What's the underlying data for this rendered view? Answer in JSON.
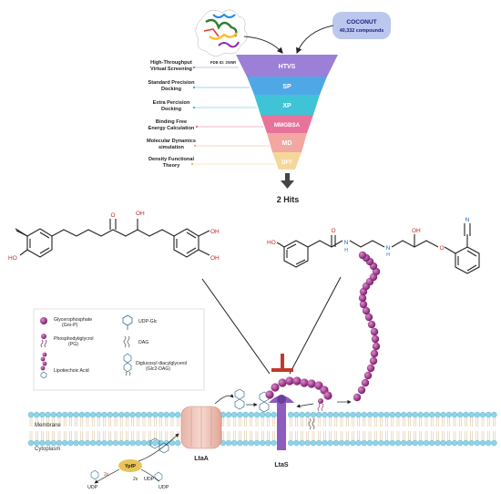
{
  "protein": {
    "caption": "PDB ID: 2W5R"
  },
  "library": {
    "name": "COCONUT",
    "count": "40,332 compounds"
  },
  "funnel": {
    "stages": [
      {
        "code": "HTVS",
        "label_line1": "High-Throughput",
        "label_line2": "Virtual Screening",
        "color": "#9c7fd6"
      },
      {
        "code": "SP",
        "label_line1": "Standard Precision",
        "label_line2": "Docking",
        "color": "#4ea8e6"
      },
      {
        "code": "XP",
        "label_line1": "Extra Percision",
        "label_line2": "Docking",
        "color": "#3ec4d6"
      },
      {
        "code": "MMGBSA",
        "label_line1": "Binding Free",
        "label_line2": "Energy Calculation",
        "color": "#e8739a"
      },
      {
        "code": "MD",
        "label_line1": "Molecular Dynamics",
        "label_line2": "simulation",
        "color": "#f2a7a0"
      },
      {
        "code": "DFT",
        "label_line1": "Density Functional",
        "label_line2": "Theory",
        "color": "#f5d79a"
      }
    ],
    "result": "2 Hits"
  },
  "molecules": {
    "left_atoms": {
      "O_ketone": "O",
      "OH_top": "OH",
      "OH_right1": "OH",
      "OH_right2": "OH",
      "HO_left": "HO"
    },
    "right_atoms": {
      "HO": "HO",
      "O_amide": "O",
      "N_amide": "N",
      "H1": "H",
      "N_amine": "N",
      "H2": "H",
      "OH": "OH",
      "O_ether": "O",
      "N_nitrile": "N"
    }
  },
  "legend": {
    "items": [
      {
        "label_line1": "Glycerophosphate",
        "label_line2": "(Gro-P)"
      },
      {
        "label_line1": "UDP-Glc",
        "label_line2": ""
      },
      {
        "label_line1": "Phosphodytiglycrol",
        "label_line2": "(PG)"
      },
      {
        "label_line1": "DAG",
        "label_line2": ""
      },
      {
        "label_line1": "Lipotiechoic Acid",
        "label_line2": ""
      },
      {
        "label_line1": "Diglucosyl diacylglycerol",
        "label_line2": "(Glc2-DAG)"
      }
    ]
  },
  "membrane": {
    "membrane_label": "Membrane",
    "cytoplasm_label": "Cytoplasm",
    "ltaa": "LtaA",
    "ltas": "LtaS",
    "ypfp": "YpfP",
    "udp_left": "UDP",
    "udp_right": "UDP",
    "udp_bottom": "UDP",
    "glc_left": "2x",
    "glc_right": "2x"
  },
  "colors": {
    "ltas_purple": "#8e5bbf",
    "beads": "#a4348f",
    "inhibit": "#c0392b",
    "membrane_head": "#8fd3e8",
    "ypfp": "#e8c458"
  }
}
